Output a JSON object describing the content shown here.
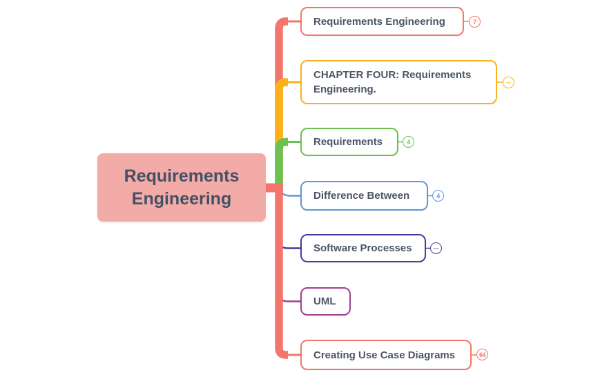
{
  "app": {
    "background": "#ffffff"
  },
  "text_color": "#4b5565",
  "root": {
    "label": "Requirements Engineering",
    "color": "#f4756b",
    "fill": "#f2aba6",
    "text_color": "#445064"
  },
  "branches": [
    {
      "label": "Requirements Engineering",
      "color": "#f4756b",
      "badge": "7"
    },
    {
      "label": "CHAPTER FOUR: Requirements Engineering.",
      "color": "#fcb11b",
      "badge": "···"
    },
    {
      "label": "Requirements",
      "color": "#6cc24d",
      "badge": "4"
    },
    {
      "label": "Difference Between",
      "color": "#5f95dd",
      "badge": "4"
    },
    {
      "label": "Software Processes",
      "color": "#443c9b",
      "badge": "···"
    },
    {
      "label": "UML",
      "color": "#9d4090",
      "badge": ""
    },
    {
      "label": "Creating Use Case Diagrams",
      "color": "#f4756b",
      "badge": "64"
    }
  ]
}
